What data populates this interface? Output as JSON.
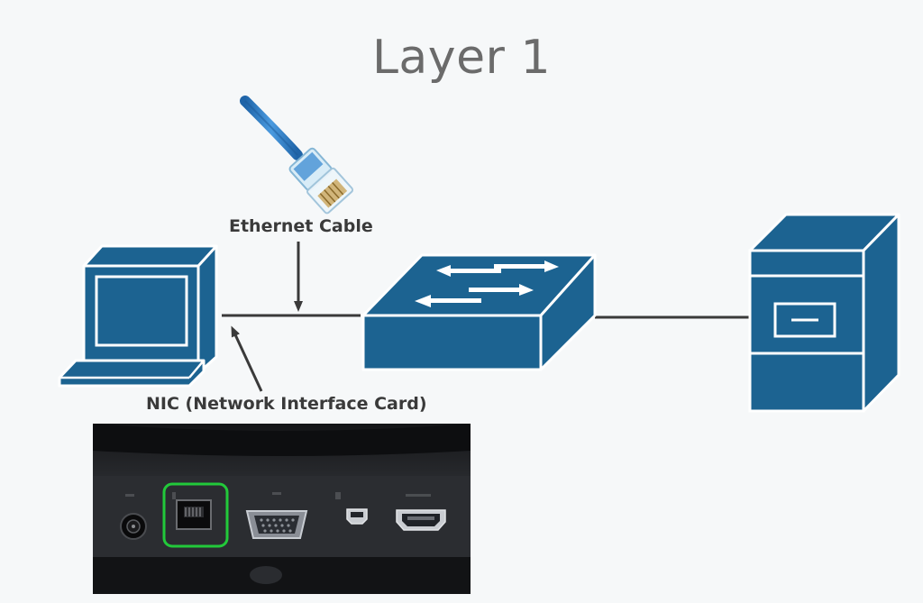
{
  "diagram": {
    "title": "Layer 1",
    "labels": {
      "ethernet_cable": "Ethernet Cable",
      "nic": "NIC (Network Interface Card)"
    },
    "colors": {
      "device_fill": "#1c6391",
      "device_stroke": "#ffffff",
      "line": "#3a3a3a",
      "cable_blue": "#2f80c8",
      "port_highlight": "#22c93a",
      "photo_dark": "#1e1f22",
      "title_gray": "#6b6b6b"
    },
    "icons": [
      "computer-icon",
      "switch-icon",
      "server-icon",
      "ethernet-plug-icon"
    ],
    "photo": {
      "ports": [
        "dc-power-port",
        "ethernet-port",
        "vga-port",
        "mini-displayport",
        "hdmi-port"
      ],
      "highlighted": "ethernet-port"
    }
  }
}
